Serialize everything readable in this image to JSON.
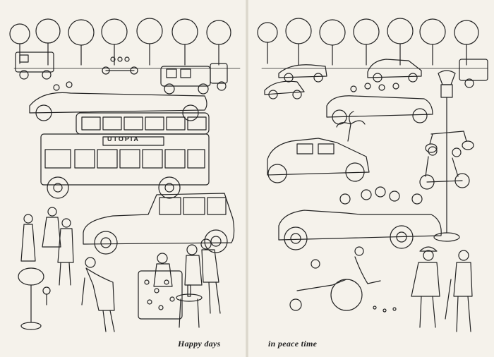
{
  "captions": {
    "left": "Happy days",
    "right": "in peace time"
  },
  "bus_sign": "UTOPIA",
  "palette": {
    "paper": "#f5f2eb",
    "ink": "#222222"
  }
}
